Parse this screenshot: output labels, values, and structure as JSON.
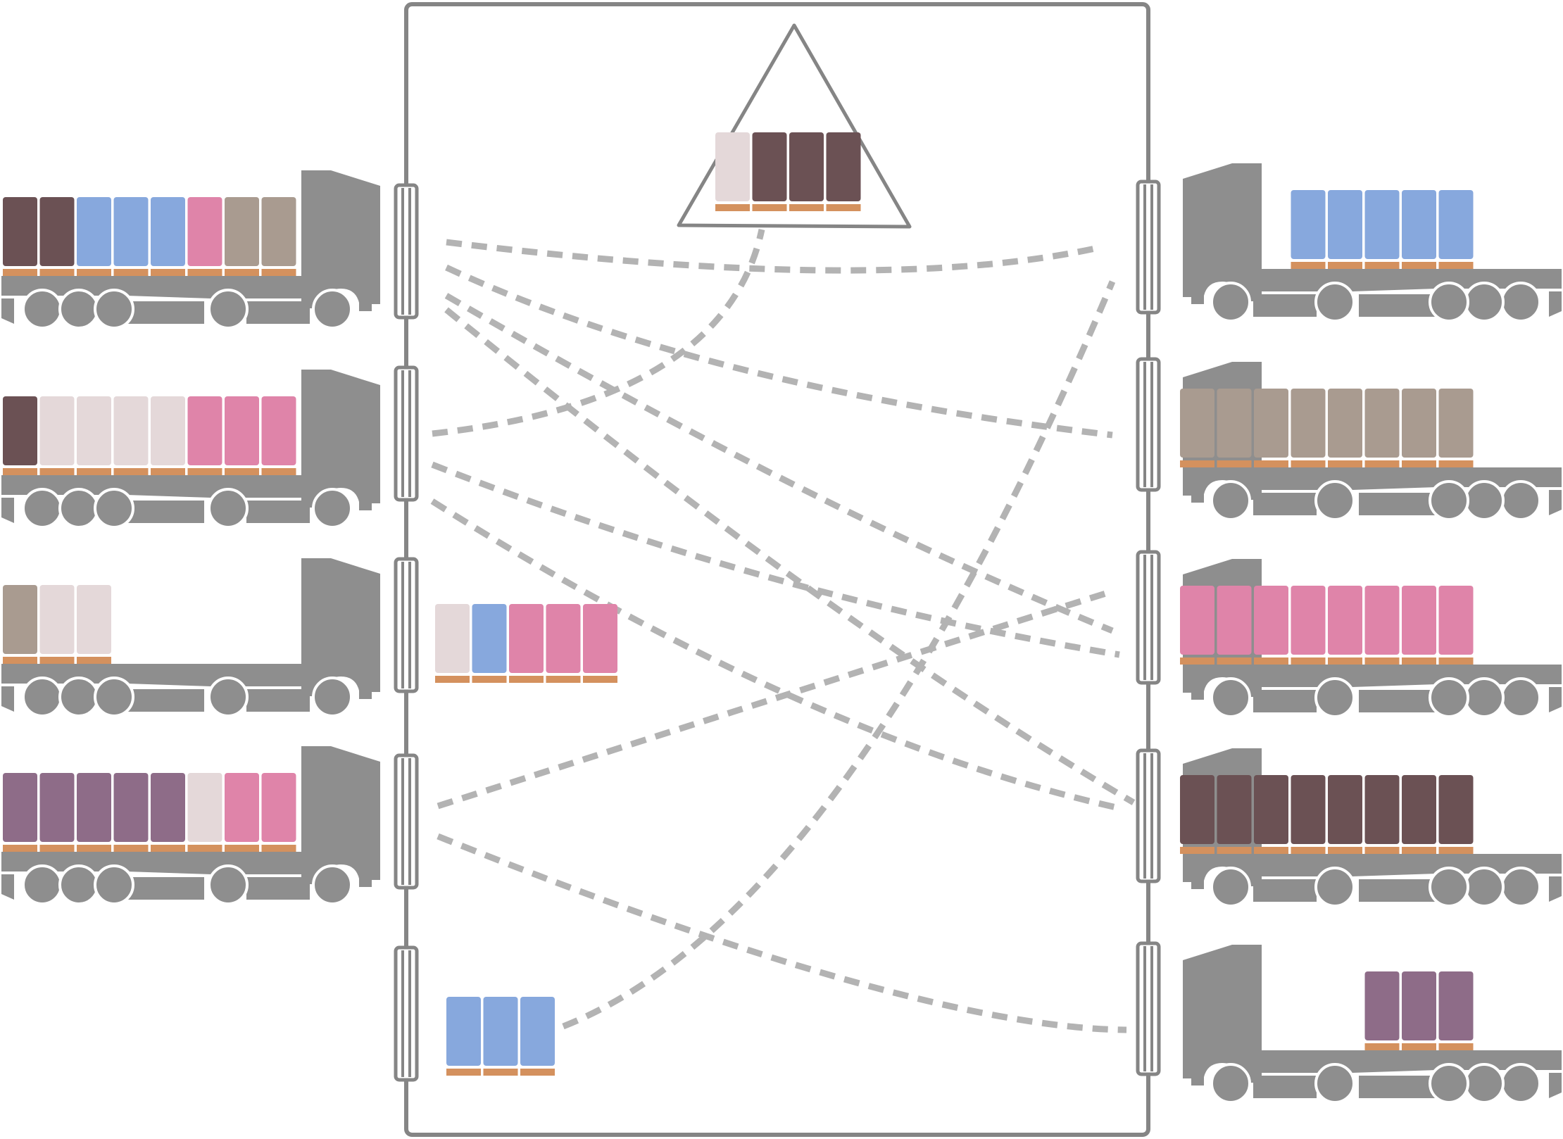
{
  "colors": {
    "frame": "#858585",
    "truck": "#8e8e8e",
    "flow_line": "#b3b3b3",
    "pallet": "#d4915e",
    "dark_brown": "#6b5154",
    "light_pink": "#e4d8d9",
    "blue": "#87a8dd",
    "pink": "#df84a9",
    "taupe": "#a99b90",
    "mauve": "#8e6c88"
  },
  "icons": {
    "truck": "truck-icon",
    "dock_door": "dock-door-icon",
    "storage_zone": "triangle-storage-icon",
    "goods_unit": "pallet-box-icon"
  },
  "warehouse": {
    "inbound_trucks": [
      {
        "name": "inbound-truck-1",
        "loads": [
          "dark_brown",
          "dark_brown",
          "blue",
          "blue",
          "blue",
          "pink",
          "taupe",
          "taupe"
        ]
      },
      {
        "name": "inbound-truck-2",
        "loads": [
          "dark_brown",
          "light_pink",
          "light_pink",
          "light_pink",
          "light_pink",
          "pink",
          "pink",
          "pink"
        ]
      },
      {
        "name": "inbound-truck-3",
        "loads": [
          "taupe",
          "light_pink",
          "light_pink"
        ]
      },
      {
        "name": "inbound-truck-4",
        "loads": [
          "mauve",
          "mauve",
          "mauve",
          "mauve",
          "mauve",
          "light_pink",
          "pink",
          "pink"
        ]
      }
    ],
    "outbound_trucks": [
      {
        "name": "outbound-truck-1",
        "loads": [
          "blue",
          "blue",
          "blue",
          "blue",
          "blue"
        ]
      },
      {
        "name": "outbound-truck-2",
        "loads": [
          "taupe",
          "taupe",
          "taupe",
          "taupe",
          "taupe",
          "taupe",
          "taupe",
          "taupe"
        ]
      },
      {
        "name": "outbound-truck-3",
        "loads": [
          "pink",
          "pink",
          "pink",
          "pink",
          "pink",
          "pink",
          "pink",
          "pink"
        ]
      },
      {
        "name": "outbound-truck-4",
        "loads": [
          "dark_brown",
          "dark_brown",
          "dark_brown",
          "dark_brown",
          "dark_brown",
          "dark_brown",
          "dark_brown",
          "dark_brown"
        ]
      },
      {
        "name": "outbound-truck-5",
        "loads": [
          "mauve",
          "mauve",
          "mauve"
        ]
      }
    ],
    "storage_zone": {
      "loads": [
        "light_pink",
        "dark_brown",
        "dark_brown",
        "dark_brown"
      ]
    },
    "staging_groups": [
      {
        "name": "staging-group-mixed",
        "loads": [
          "light_pink",
          "blue",
          "pink",
          "pink",
          "pink"
        ]
      },
      {
        "name": "staging-group-blue",
        "loads": [
          "blue",
          "blue",
          "blue"
        ]
      }
    ]
  }
}
